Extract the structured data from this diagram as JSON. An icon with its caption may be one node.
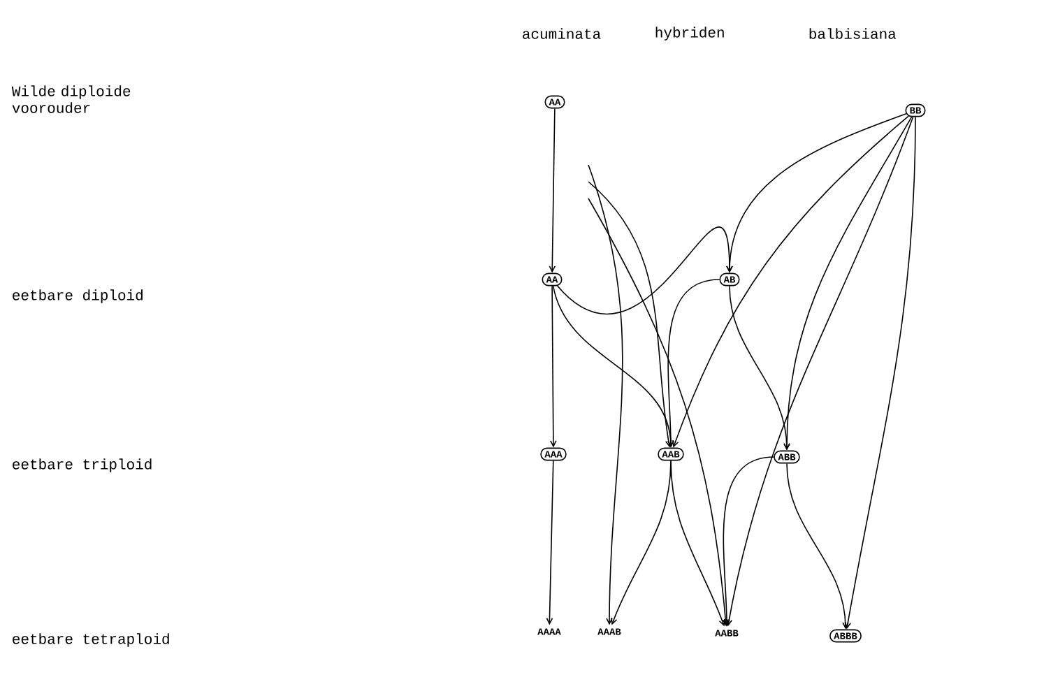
{
  "diagram": {
    "nodes": [
      {
        "text": [
          "AA"
        ]
      },
      {
        "text": [
          "BB"
        ]
      },
      {
        "text": [
          "AA"
        ]
      },
      {
        "text": [
          "AB"
        ]
      },
      {
        "text": [
          "AAA"
        ]
      },
      {
        "text": [
          "AAB"
        ]
      },
      {
        "text": [
          "ABB"
        ]
      },
      {
        "text": [
          "AAAA"
        ]
      },
      {
        "text": [
          "AAAB"
        ]
      },
      {
        "text": [
          "AABB"
        ]
      },
      {
        "text": [
          "ABBB"
        ]
      }
    ],
    "edges": [
      {
        "from": 0,
        "to": 2,
        "arrow": "to"
      },
      {
        "from": 1,
        "to": 3,
        "arrow": "to"
      },
      {
        "from": 2,
        "to": 3,
        "arrow": "to"
      },
      {
        "from": 2,
        "to": 4,
        "arrow": "to"
      },
      {
        "from": 2,
        "to": 5,
        "arrow": "to"
      },
      {
        "from": 3,
        "to": 5,
        "arrow": "to"
      },
      {
        "from": 1,
        "to": 5,
        "arrow": "to"
      },
      {
        "from": 3,
        "to": 6,
        "arrow": "to"
      },
      {
        "from": 1,
        "to": 6,
        "arrow": "to"
      },
      {
        "from": 4,
        "to": 7,
        "arrow": "to"
      },
      {
        "from": 5,
        "to": 8,
        "arrow": "to"
      },
      {
        "from": 5,
        "to": 9,
        "arrow": "to"
      },
      {
        "from": 6,
        "to": 9,
        "arrow": "to"
      },
      {
        "from": 6,
        "to": 10,
        "arrow": "to"
      },
      {
        "from": 1,
        "to": 10,
        "arrow": "to"
      },
      {
        "from": 1,
        "to": 9,
        "arrow": "to"
      },
      {
        "from": null,
        "to": 8,
        "arrow": "to"
      },
      {
        "from": null,
        "to": 5,
        "arrow": "to"
      },
      {
        "from": null,
        "to": 9,
        "arrow": "to"
      }
    ],
    "labels": [
      "acuminata",
      "hybriden",
      "balbisiana",
      "Wilde diploide voorouder",
      "eetbare diploid",
      "eetbare triploid",
      "eetbare tetraploid"
    ]
  }
}
